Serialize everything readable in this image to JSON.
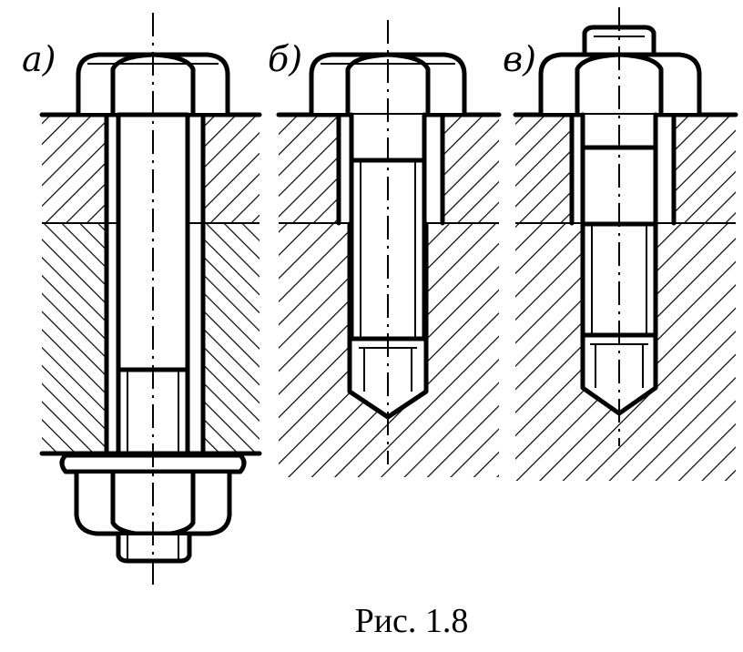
{
  "figure": {
    "panel_labels": [
      "а)",
      "б)",
      "в)"
    ],
    "caption": "Рис. 1.8"
  },
  "colors": {
    "ink": "#000000",
    "paper": "#ffffff"
  }
}
